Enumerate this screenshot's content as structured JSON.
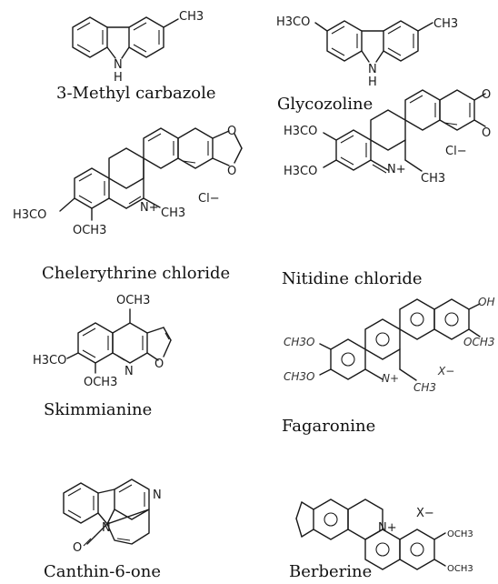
{
  "compounds": [
    {
      "name": "3-Methyl carbazole",
      "labels": {
        "me": "CH3",
        "nh": "N",
        "h": "H"
      }
    },
    {
      "name": "Glycozoline",
      "labels": {
        "ome": "H3CO",
        "me": "CH3",
        "nh": "N",
        "h": "H"
      }
    },
    {
      "name": "Chelerythrine chloride",
      "labels": {
        "ome1": "H3CO",
        "ome2": "OCH3",
        "n": "N+",
        "me": "CH3",
        "cl": "Cl−"
      }
    },
    {
      "name": "Nitidine chloride",
      "labels": {
        "ome1": "H3CO",
        "ome2": "H3CO",
        "n": "N+",
        "me": "CH3",
        "cl": "Cl−"
      }
    },
    {
      "name": "Skimmianine",
      "labels": {
        "ome_top": "OCH3",
        "ome_left": "H3CO",
        "ome_bottom": "OCH3",
        "n": "N",
        "o": "O"
      }
    },
    {
      "name": "Fagaronine",
      "labels": {
        "ome1": "CH3O",
        "ome2": "CH3O",
        "oh": "OH",
        "ome3": "OCH3",
        "n": "N+",
        "me": "CH3",
        "x": "X−"
      }
    },
    {
      "name": "Canthin-6-one",
      "labels": {
        "n1": "N",
        "n2": "N",
        "o": "O"
      }
    },
    {
      "name": "Berberine",
      "labels": {
        "n": "N+",
        "x": "X−",
        "ome1": "OCH3",
        "ome2": "OCH3"
      }
    }
  ]
}
